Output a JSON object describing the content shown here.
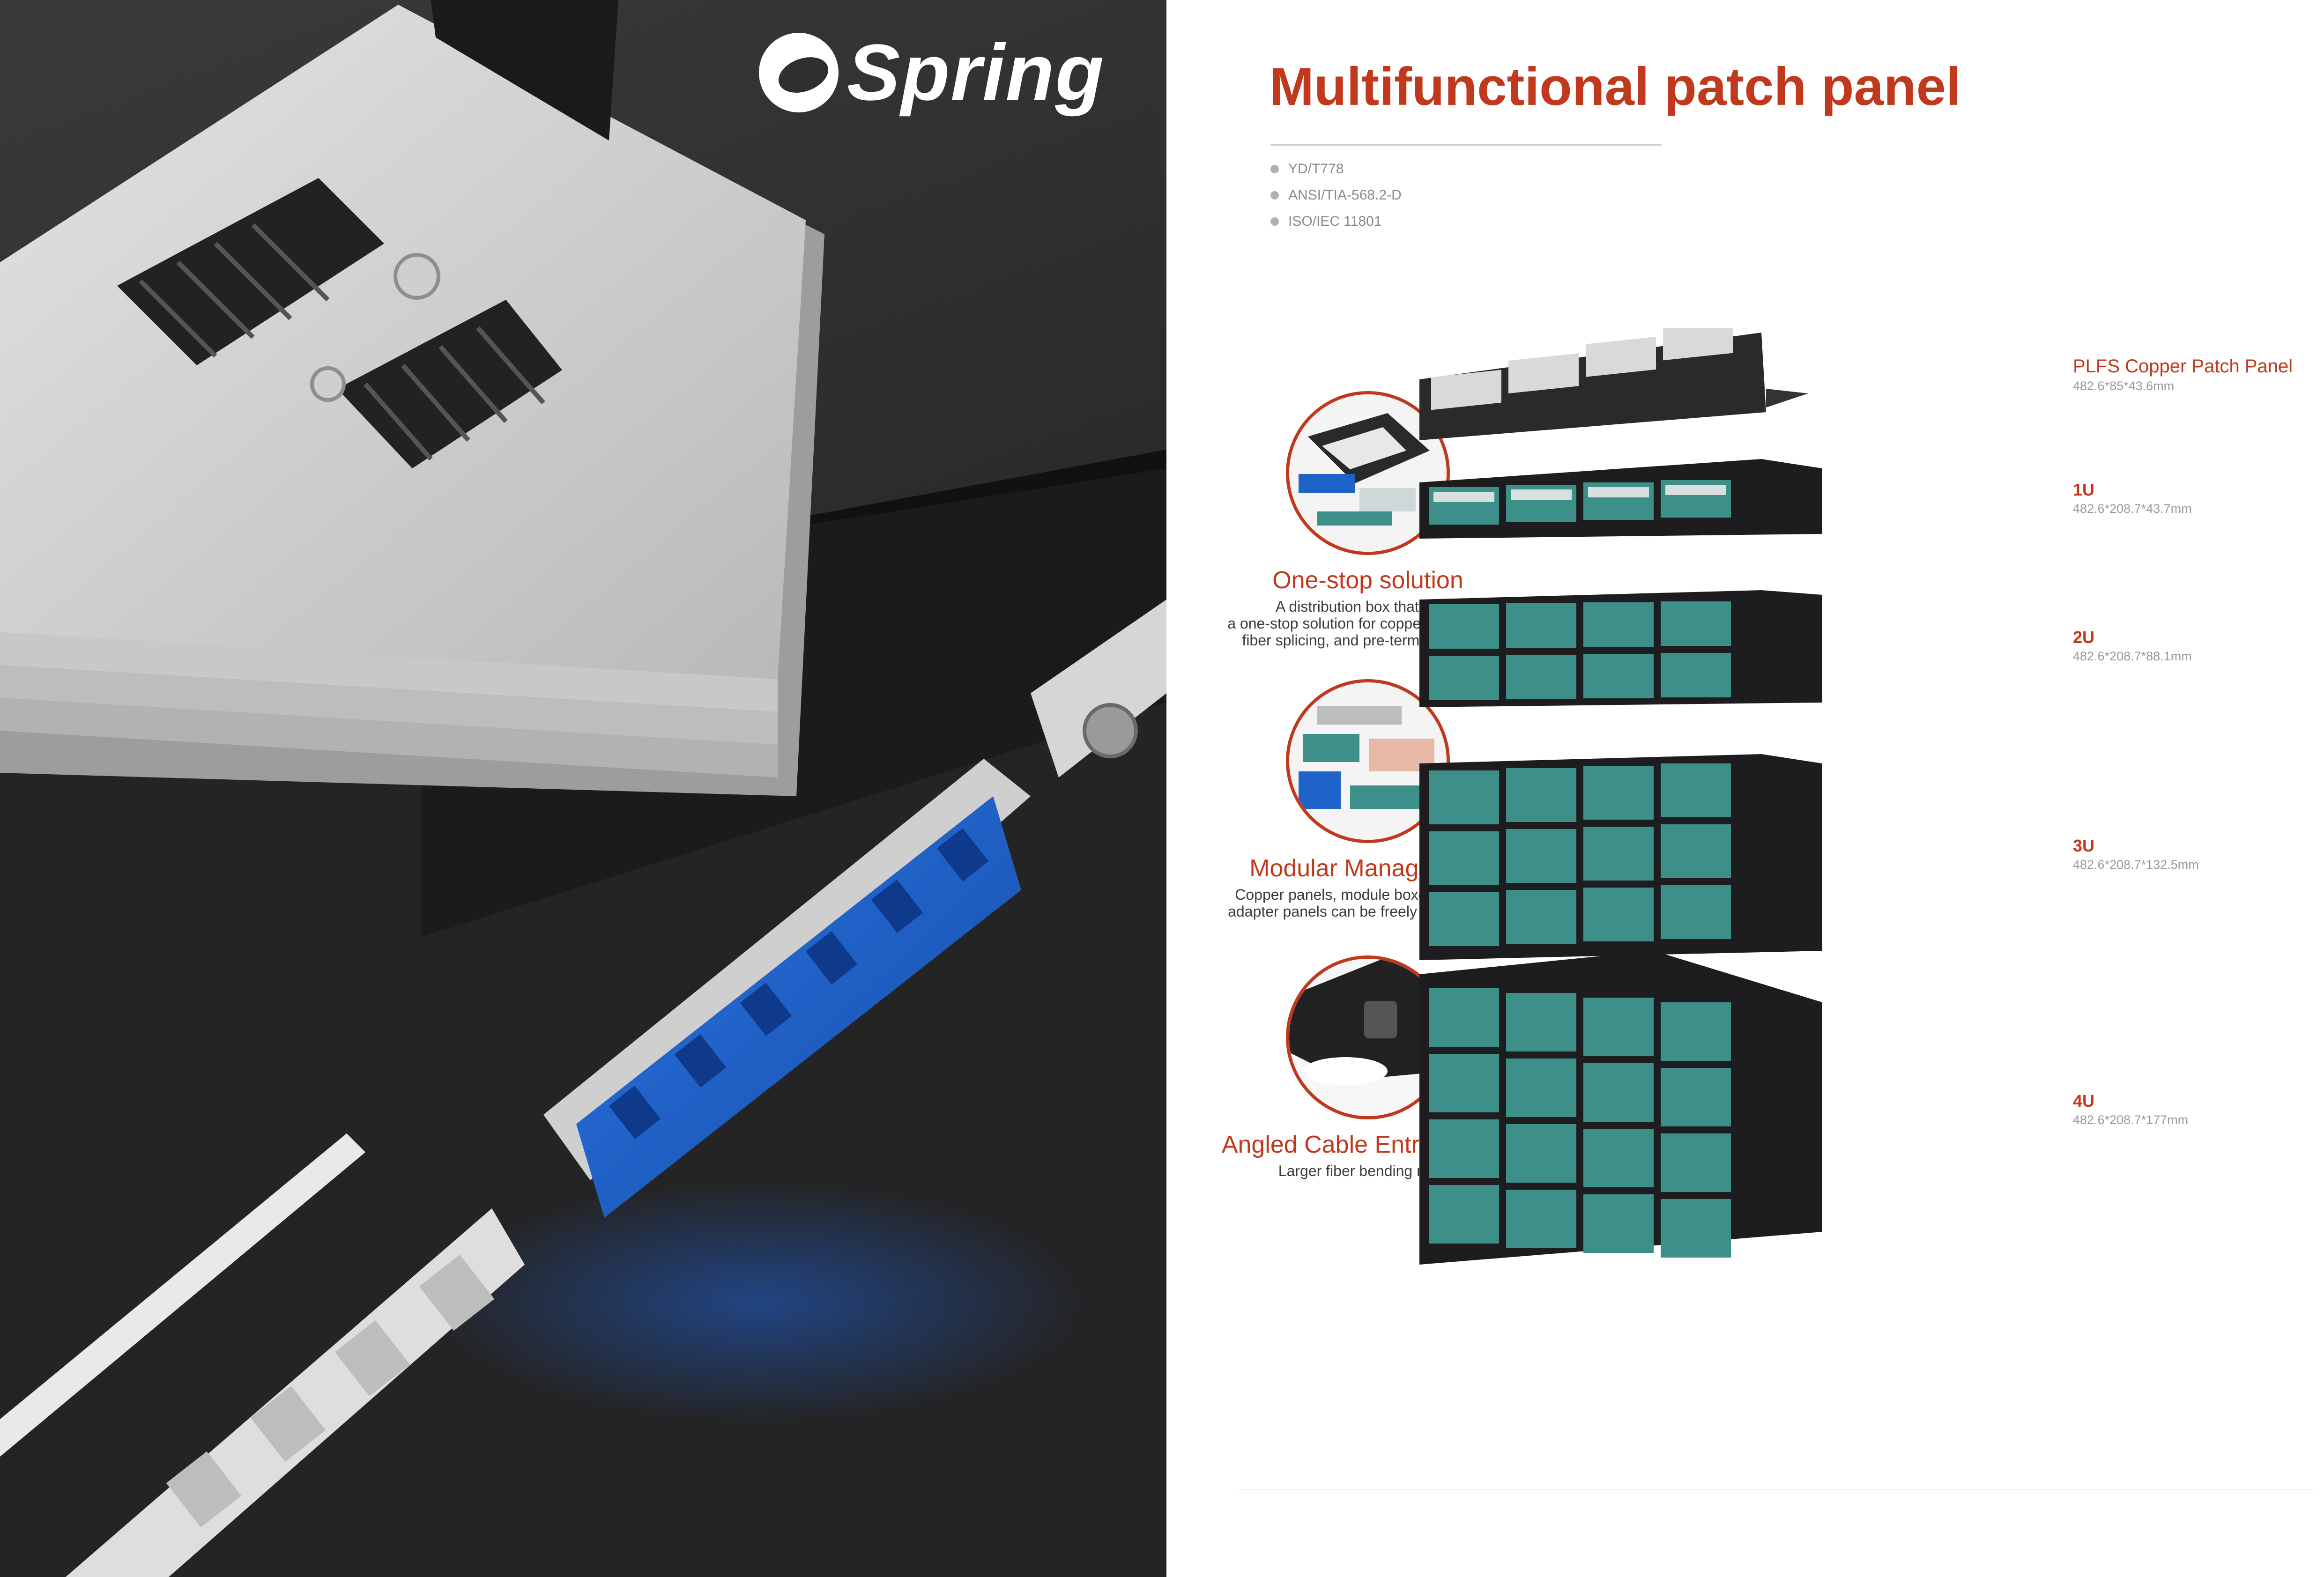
{
  "brand": {
    "name": "Spring"
  },
  "page": {
    "title": "Multifunctional patch panel",
    "standards": [
      "YD/T778",
      "ANSI/TIA-568.2-D",
      "ISO/IEC 11801"
    ]
  },
  "features": [
    {
      "title": "One-stop solution",
      "description": "A distribution box that offers\na one-stop solution for copper termination,\nfiber splicing, and pre-terminated fiber"
    },
    {
      "title": "Modular Management",
      "description": "Copper panels, module boxes, and fiber\nadapter panels can be freely interchanged"
    },
    {
      "title": "Angled Cable Entry Design",
      "description": "Larger fiber bending radius"
    }
  ],
  "products": [
    {
      "name": "PLFS Copper Patch Panel",
      "dims": "482.6*85*43.6mm"
    },
    {
      "name": "1U",
      "dims": "482.6*208.7*43.7mm"
    },
    {
      "name": "2U",
      "dims": "482.6*208.7*88.1mm"
    },
    {
      "name": "3U",
      "dims": "482.6*208.7*132.5mm"
    },
    {
      "name": "4U",
      "dims": "482.6*208.7*177mm"
    }
  ],
  "colors": {
    "accent": "#c1391d",
    "panel_body": "#1d1d1f",
    "module_teal": "#3d8f8a",
    "adapter_blue": "#1e63c8"
  },
  "icons": [
    "spring-logo-icon"
  ]
}
